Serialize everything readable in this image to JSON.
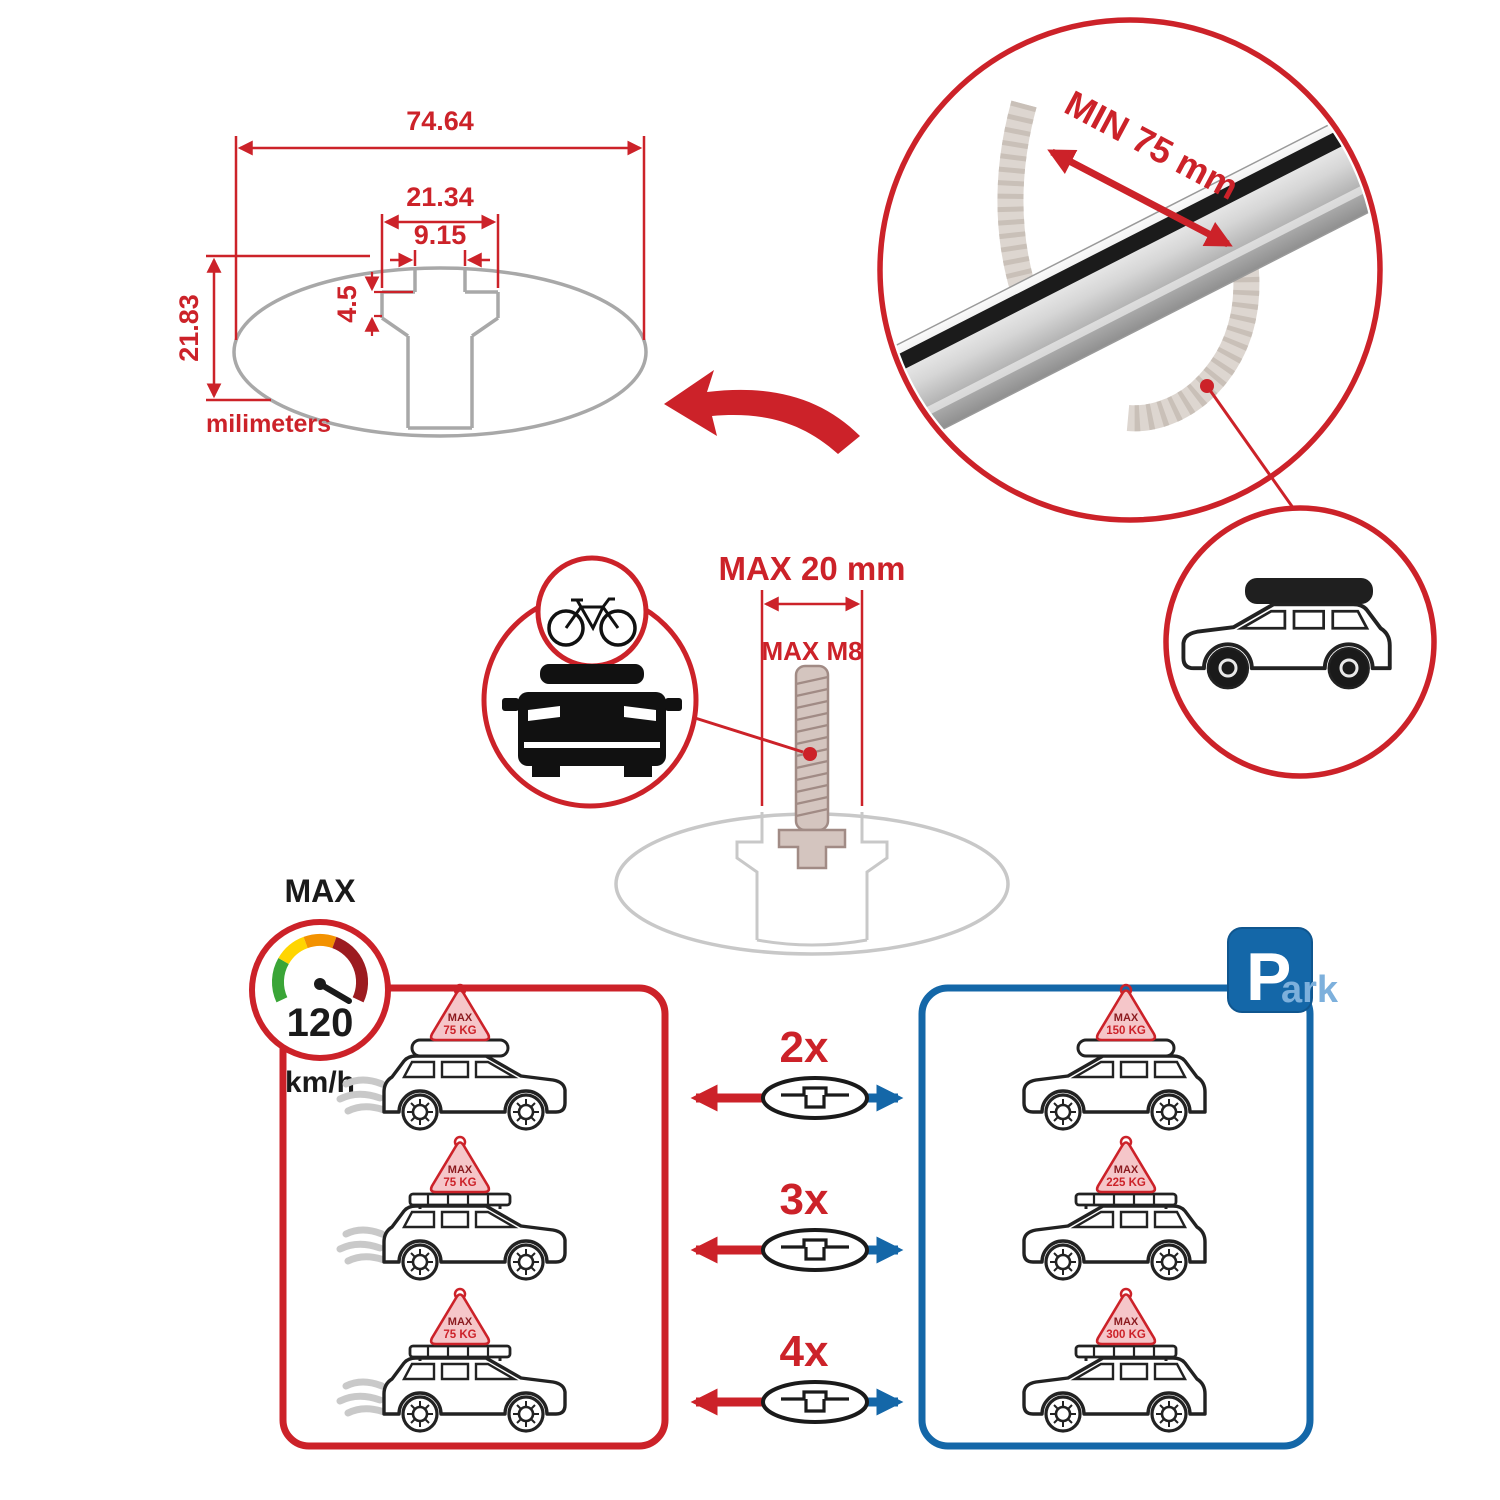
{
  "colors": {
    "red": "#cc2229",
    "blue": "#1467a8",
    "light_blue": "#7db0dc",
    "gray": "#a8a8a8",
    "dark": "#1a1a1a",
    "pink": "#f5c6c9",
    "gauge_green": "#3aa537",
    "gauge_yellow": "#ffd500",
    "gauge_orange": "#f39200",
    "gauge_darkred": "#9c1b20"
  },
  "icons": [
    "crossbar-cross-section-diagram",
    "crossbar-3d-render",
    "clamp-strap-ghost",
    "suv-roofbox-icon",
    "bolt-icon",
    "car-front-bike-icon",
    "speed-gauge-icon",
    "park-sign-icon",
    "crossbar-profile-icon"
  ],
  "dimensions": {
    "total_width": "74.64",
    "slot_outer_width": "21.34",
    "slot_inner_width": "9.15",
    "lip_depth": "4.5",
    "total_height": "21.83",
    "units": "milimeters"
  },
  "bar": {
    "min_span": "MIN 75 mm"
  },
  "bolt": {
    "max_width": "MAX 20 mm",
    "max_thread": "MAX M8"
  },
  "gauge": {
    "title": "MAX",
    "value": "120",
    "units": "km/h"
  },
  "rows": [
    {
      "multiplier": "2x",
      "left": {
        "line1": "MAX",
        "line2": "75 KG"
      },
      "right": {
        "line1": "MAX",
        "line2": "150 KG"
      }
    },
    {
      "multiplier": "3x",
      "left": {
        "line1": "MAX",
        "line2": "75 KG"
      },
      "right": {
        "line1": "MAX",
        "line2": "225 KG"
      }
    },
    {
      "multiplier": "4x",
      "left": {
        "line1": "MAX",
        "line2": "75 KG"
      },
      "right": {
        "line1": "MAX",
        "line2": "300 KG"
      }
    }
  ],
  "park": {
    "letter": "P",
    "suffix": "ark"
  }
}
